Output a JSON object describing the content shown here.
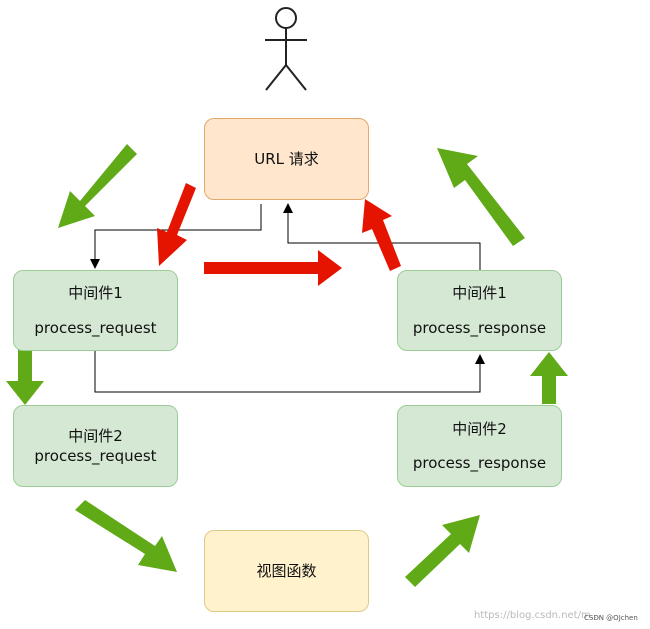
{
  "nodes": {
    "url": {
      "label": "URL 请求"
    },
    "mw1_left": {
      "title": "中间件1",
      "method": "process_request"
    },
    "mw2_left": {
      "title": "中间件2",
      "method": "process_request"
    },
    "mw1_right": {
      "title": "中间件1",
      "method": "process_response"
    },
    "mw2_right": {
      "title": "中间件2",
      "method": "process_response"
    },
    "view": {
      "label": "视图函数"
    }
  },
  "watermark": {
    "url": "https://blog.csdn.net/m...",
    "credit": "CSDN @OJchen"
  },
  "colors": {
    "url_fill": "#ffe6cc",
    "url_border": "#e3a86c",
    "view_fill": "#fff2cc",
    "view_border": "#dccb8a",
    "middleware_fill": "#d5e8d4",
    "middleware_border": "#9ccd96",
    "green_arrow": "#60a917",
    "red_arrow": "#e51400",
    "connector": "#000000"
  }
}
